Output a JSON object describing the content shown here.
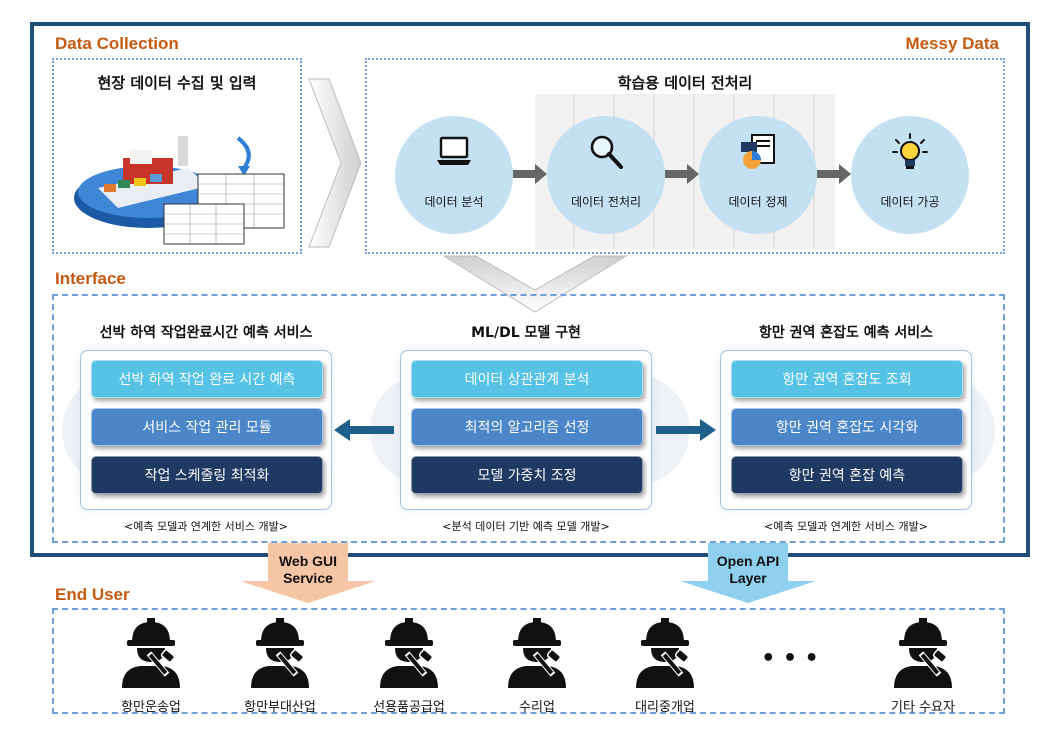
{
  "sections": {
    "data_collection": "Data Collection",
    "messy_data": "Messy Data",
    "interface": "Interface",
    "end_user": "End User"
  },
  "field": {
    "title": "현장 데이터 수집 및 입력"
  },
  "preprocess": {
    "title": "학습용 데이터 전처리",
    "steps": [
      {
        "label": "데이터 분석",
        "icon": "laptop-icon"
      },
      {
        "label": "데이터 전처리",
        "icon": "magnifier-icon"
      },
      {
        "label": "데이터 정제",
        "icon": "report-chart-icon"
      },
      {
        "label": "데이터 가공",
        "icon": "lightbulb-icon"
      }
    ]
  },
  "panels": {
    "left": {
      "title": "선박 하역 작업완료시간 예측 서비스",
      "buttons": [
        "선박 하역 작업 완료 시간 예측",
        "서비스 작업 관리 모듈",
        "작업 스케줄링 최적화"
      ],
      "caption": "<예측 모델과 연계한 서비스 개발>"
    },
    "center": {
      "title": "ML/DL 모델 구현",
      "buttons": [
        "데이터 상관관계 분석",
        "최적의 알고리즘 선정",
        "모델 가중치 조정"
      ],
      "caption": "<분석 데이터 기반 예측 모델 개발>"
    },
    "right": {
      "title": "항만 권역 혼잡도 예측 서비스",
      "buttons": [
        "항만 권역 혼잡도 조회",
        "항만 권역 혼잡도 시각화",
        "항만 권역 혼잡 예측"
      ],
      "caption": "<예측 모델과 연계한 서비스 개발>"
    }
  },
  "channels": {
    "web_gui": {
      "line1": "Web GUI",
      "line2": "Service",
      "color": "#f6c5a6"
    },
    "open_api": {
      "line1": "Open API",
      "line2": "Layer",
      "color": "#8fd0ee"
    }
  },
  "end_users": [
    "항만운송업",
    "항만부대산업",
    "선용품공급업",
    "수리업",
    "대리중개업",
    "기타 수요자"
  ],
  "ellipsis": "• • •",
  "colors": {
    "frame": "#1f4e79",
    "section": "#c55a11",
    "circle": "#c4e1f3",
    "btn_light": "#56c3e6",
    "btn_mid": "#4a86c8",
    "btn_dark": "#1f3a62"
  }
}
